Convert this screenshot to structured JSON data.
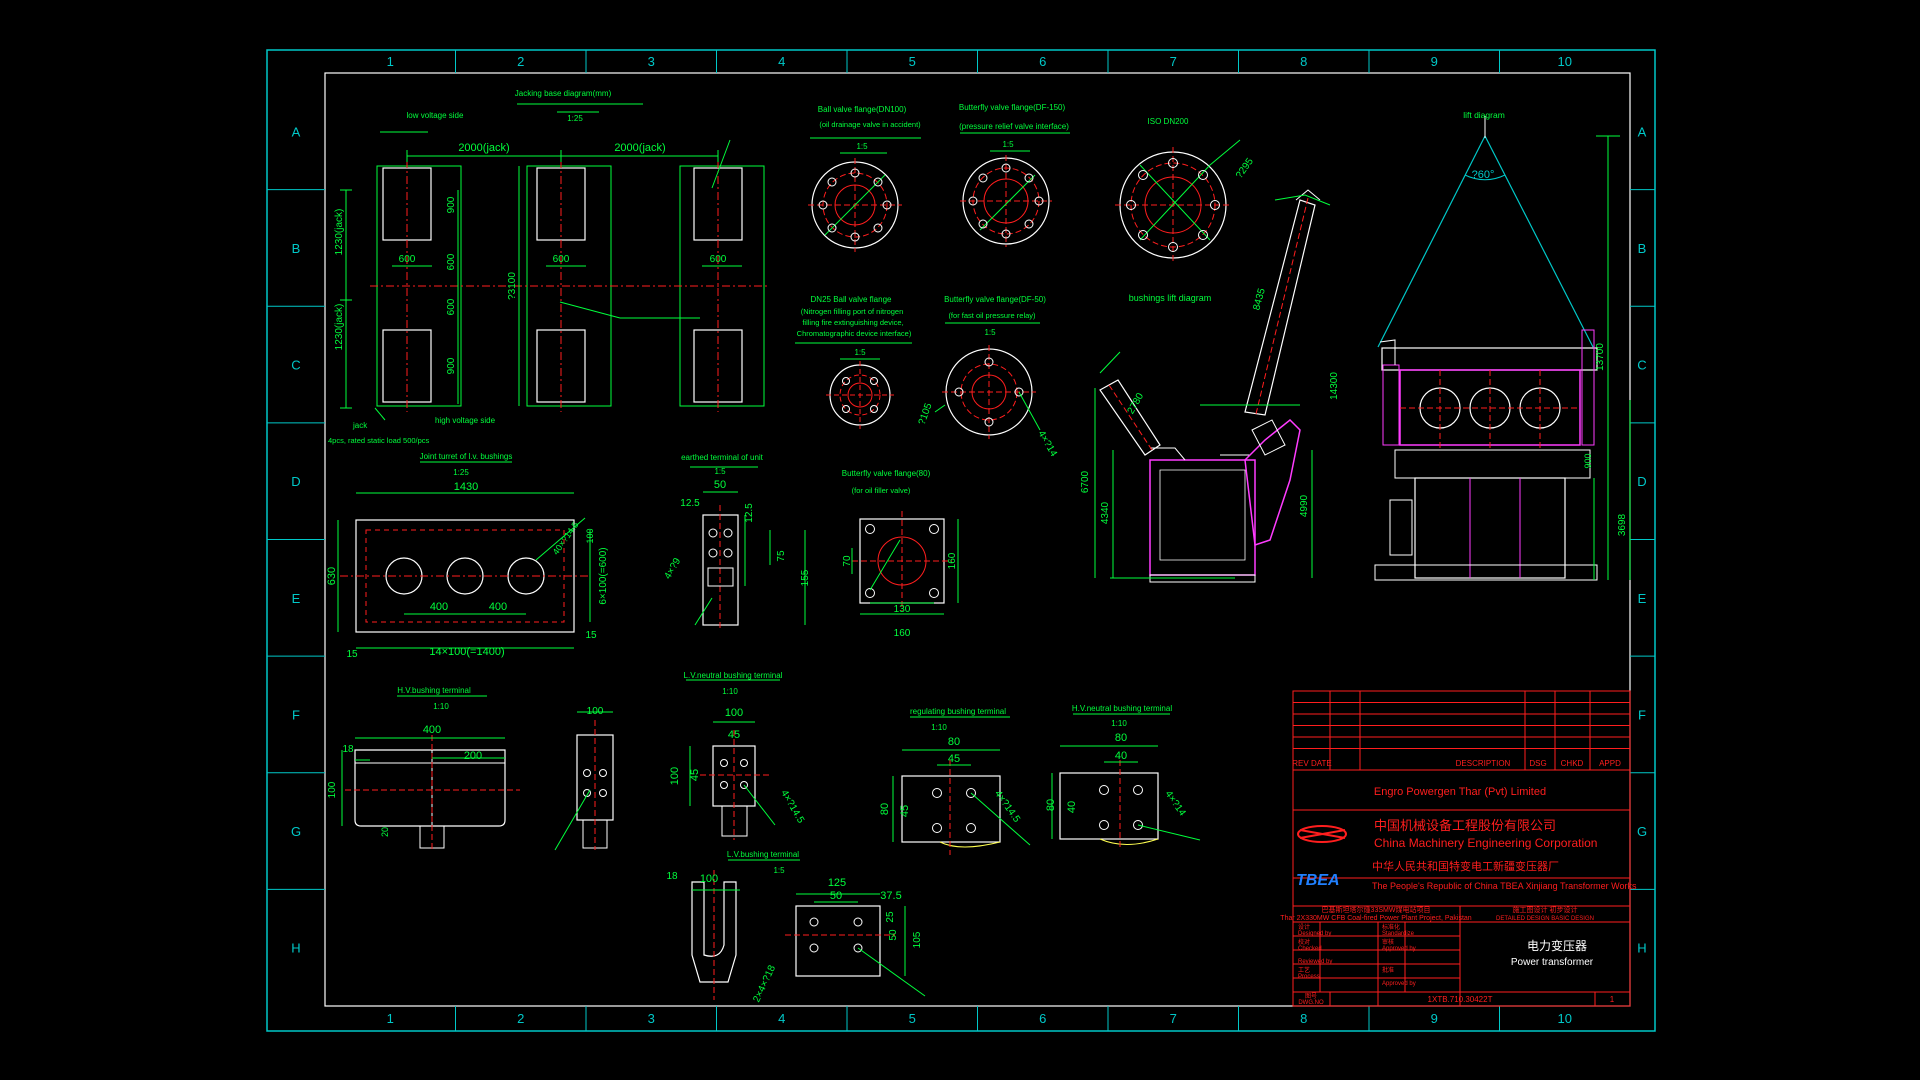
{
  "colors": {
    "frame": "#00c8c8",
    "inner": "#ffffff",
    "green": "#00ff3c",
    "red": "#ff1e1e",
    "magenta": "#ff3cff",
    "yellow": "#ffff50",
    "blue": "#2080ff",
    "background": "#000000"
  },
  "grid": {
    "columns": [
      "1",
      "2",
      "3",
      "4",
      "5",
      "6",
      "7",
      "8",
      "9",
      "10"
    ],
    "rows": [
      "A",
      "B",
      "C",
      "D",
      "E",
      "F",
      "G",
      "H"
    ]
  },
  "jacking": {
    "title": "Jacking base diagram(mm)",
    "scale": "1:25",
    "low_side": "low voltage side",
    "high_side": "high voltage side",
    "dim_2000_a": "2000(jack)",
    "dim_2000_b": "2000(jack)",
    "dim_1230_a": "1230(jack)",
    "dim_1230_b": "1230(jack)",
    "dim_600_a": "600",
    "dim_600_b": "600",
    "dim_600_c": "600",
    "dim_900_a": "900",
    "dim_900_b": "900",
    "dim_600_v1": "600",
    "dim_600_v2": "600",
    "dim_3100": "?3100",
    "jack": "jack",
    "jack_note": "4pcs, rated static load  500/pcs"
  },
  "flanges": {
    "ball_dn100_title": "Ball valve flange(DN100)",
    "ball_dn100_sub": "(oil drainage valve in accident)",
    "ball_dn100_scale": "1:5",
    "bfly_df150_title": "Butterfly valve flange(DF-150)",
    "bfly_df150_sub": "(pressure relief valve interface)",
    "bfly_df150_scale": "1:5",
    "iso_title": "ISO DN200",
    "iso_dim": "?295",
    "dn25_title": "DN25 Ball valve flange",
    "dn25_sub1": "(Nitrogen filling port of nitrogen",
    "dn25_sub2": "filling fire extinguishing device,",
    "dn25_sub3": "Chromatographic device interface)",
    "dn25_scale": "1:5",
    "df50_title": "Butterfly valve flange(DF-50)",
    "df50_sub": "(for fast oil pressure relay)",
    "df50_scale": "1:5",
    "df50_dim1": "?105",
    "df50_dim2": "4×?14",
    "df80_title": "Butterfly valve flange(80)",
    "df80_sub": "(for oil filler valve)",
    "df80_dim_160": "160",
    "df80_dim_130": "130",
    "df80_dim_160b": "160",
    "df80_dim_70": "70"
  },
  "bushings_lift": {
    "title": "bushings lift diagram",
    "dim_8435": "8435",
    "dim_2780": "2780",
    "dim_6700": "6700",
    "dim_4340": "4340",
    "dim_4990": "4990",
    "dim_14300": "14300"
  },
  "lift": {
    "title": "lift diagram",
    "angle": "?60°",
    "dim_13700": "13700",
    "dim_3698": "3698",
    "dim_900": "900"
  },
  "turret": {
    "title": "Joint turret of l.v. bushings",
    "scale": "1:25",
    "dim_1430": "1430",
    "dim_630": "630",
    "dim_400a": "400",
    "dim_400b": "400",
    "dim_pitch_h": "14×100(=1400)",
    "dim_pitch_v": "6×100(=600)",
    "dim_15a": "15",
    "dim_15b": "15",
    "dim_100": "100",
    "dim_holes": "40×?14.5"
  },
  "earthed": {
    "title": "earthed terminal of unit",
    "scale": "1:5",
    "dim_50": "50",
    "dim_125a": "12.5",
    "dim_125b": "12.5",
    "dim_75": "75",
    "dim_155": "155",
    "dim_holes": "4×?9"
  },
  "hv_term": {
    "title": "H.V.bushing terminal",
    "scale": "1:10",
    "dim_400": "400",
    "dim_200": "200",
    "dim_100": "100",
    "dim_18": "18",
    "dim_20": "20",
    "dim_100b": "100"
  },
  "lvn_term": {
    "title": "L.V.neutral bushing terminal",
    "scale": "1:10",
    "dim_100": "100",
    "dim_45a": "45",
    "dim_45b": "45",
    "dim_100v": "100",
    "dim_holes": "4×?14.5"
  },
  "lv_term": {
    "title": "L.V.bushing terminal",
    "scale": "1:5",
    "dim_18": "18",
    "dim_100": "100",
    "dim_125": "125",
    "dim_50": "50",
    "dim_375": "37.5",
    "dim_25": "25",
    "dim_50v": "50",
    "dim_105": "105",
    "dim_holes": "2×4×?18"
  },
  "reg_term": {
    "title": "regulating bushing terminal",
    "scale": "1:10",
    "dim_80": "80",
    "dim_45": "45",
    "dim_80v": "80",
    "dim_45v": "45",
    "dim_holes": "4×?14.5"
  },
  "hvn_term": {
    "title": "H.V.neutral bushing terminal",
    "scale": "1:10",
    "dim_80": "80",
    "dim_40": "40",
    "dim_80v": "80",
    "dim_40v": "40",
    "dim_holes": "4×?14"
  },
  "title_block": {
    "rev_head": "REV DATE",
    "desc_head": "DESCRIPTION",
    "dsg_head": "DSG",
    "chkd_head": "CHKD",
    "appd_head": "APPD",
    "client": "Engro Powergen Thar (Pvt) Limited",
    "cmec_cn": "中国机械设备工程股份有限公司",
    "cmec_en": "China  Machinery  Engineering  Corporation",
    "tbea_logo": "TBEA",
    "tbea_cn": "中华人民共和国特变电工新疆变压器厂",
    "tbea_en": "The People's Republic of China TBEA Xinjiang Transformer Works",
    "project_cn": "巴基斯坦塔尔煄33SMW煤电站项目",
    "project_en": "Thar 2X330MW CFB Coal-fired Power Plant Project, Pakistan",
    "stage": "施工图设计  初步设计",
    "stage_en": "DETAILED DESIGN  BASIC DESIGN",
    "designed_cn": "设计",
    "designed": "Designed by",
    "checked_cn": "校对",
    "checked": "Checked",
    "reviewed": "Reviewed by",
    "process_cn": "工艺",
    "process": "Process",
    "std_cn": "标准化",
    "std": "Standardize",
    "approved1_cn": "审核",
    "approved1": "Approved by",
    "approved2_cn": "批准",
    "approved2": "Approved by",
    "product_cn": "电力变压器",
    "product_en": "Power transformer",
    "dwg_no_label": "图号",
    "dwg_no_label_en": "DWG.NO",
    "dwg_no": "1XTB.710.30422T",
    "sheet": "1"
  }
}
